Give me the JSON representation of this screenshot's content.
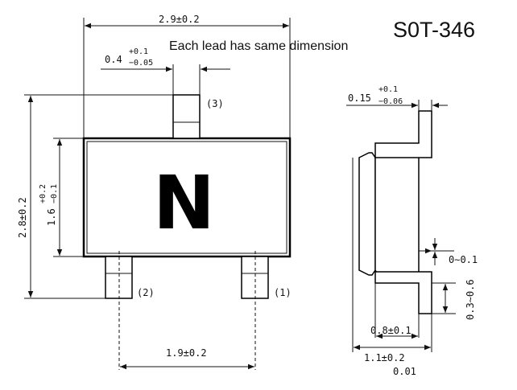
{
  "package": {
    "name": "S0T-346",
    "note": "Each lead has same dimension",
    "marking": "N"
  },
  "pins": {
    "pin1": "(1)",
    "pin2": "(2)",
    "pin3": "(3)"
  },
  "dimensions": {
    "overall_width": "2.9±0.2",
    "lead_width_base": "0.4",
    "lead_width_plus": "+0.1",
    "lead_width_minus": "−0.05",
    "overall_height": "2.8±0.2",
    "body_height_base": "1.6",
    "body_height_plus": "+0.2",
    "body_height_minus": "−0.1",
    "pin_pitch": "1.9±0.2",
    "lead_thickness_base": "0.15",
    "lead_thickness_plus": "+0.1",
    "lead_thickness_minus": "−0.06",
    "standoff": "0∼0.1",
    "foot_length": "0.3∼0.6",
    "body_thickness": "0.8±0.1",
    "total_height": "1.1±0.2",
    "total_height_tol": "0.01"
  }
}
